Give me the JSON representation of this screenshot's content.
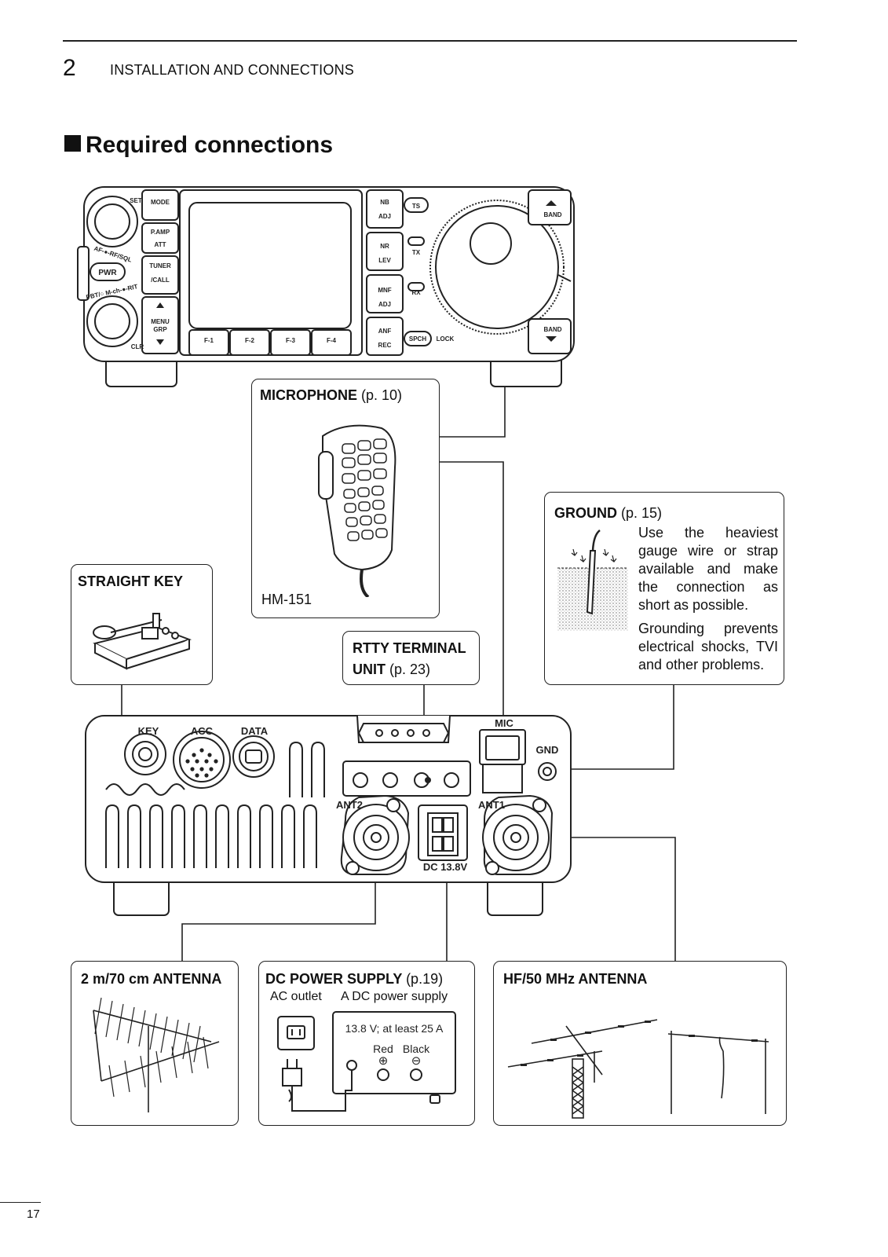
{
  "header": {
    "chapter_number": "2",
    "chapter_title": "INSTALLATION AND CONNECTIONS"
  },
  "section": {
    "title": "Required connections"
  },
  "front_panel": {
    "labels": {
      "set": "SET",
      "af_rf_sql": "AF-●-RF/SQL",
      "pwr": "PWR",
      "pbt_mch_rit": "PBT/○ M-ch-●-RIT",
      "clr": "CLR",
      "mode": "MODE",
      "pamp": "P.AMP",
      "att": "ATT",
      "tuner": "TUNER",
      "call": "/CALL",
      "menu": "MENU",
      "grp": "GRP",
      "f1": "F-1",
      "f2": "F-2",
      "f3": "F-3",
      "f4": "F-4",
      "nb": "NB",
      "adj1": "ADJ",
      "nr": "NR",
      "lev": "LEV",
      "mnf": "MNF",
      "adj2": "ADJ",
      "anf": "ANF",
      "rec": "REC",
      "ts": "TS",
      "tx": "TX",
      "rx": "RX",
      "spch": "SPCH",
      "lock": "LOCK",
      "band_up": "BAND",
      "band_down": "BAND"
    }
  },
  "rear_panel": {
    "labels": {
      "key": "KEY",
      "acc": "ACC",
      "data": "DATA",
      "mic": "MIC",
      "gnd": "GND",
      "ant2": "ANT2",
      "ant1": "ANT1",
      "dc": "DC 13.8V"
    }
  },
  "callouts": {
    "microphone": {
      "title": "MICROPHONE",
      "ref": "(p. 10)",
      "model": "HM-151"
    },
    "straight_key": {
      "title": "STRAIGHT KEY"
    },
    "rtty": {
      "title_line1": "RTTY TERMINAL",
      "title_line2": "UNIT",
      "ref": "(p. 23)"
    },
    "ground": {
      "title": "GROUND",
      "ref": "(p. 15)",
      "desc1": "Use the heaviest gauge wire or strap available and make the connection as short as possible.",
      "desc2": "Grounding prevents electrical shocks, TVI and other problems."
    },
    "antenna_2m": {
      "title": "2 m/70 cm ANTENNA"
    },
    "dc_power": {
      "title": "DC POWER SUPPLY",
      "ref": "(p.19)",
      "ac_outlet": "AC outlet",
      "supply": "A DC power supply",
      "spec": "13.8 V; at least 25 A",
      "red": "Red",
      "black": "Black"
    },
    "antenna_hf": {
      "title": "HF/50 MHz ANTENNA"
    }
  },
  "footer": {
    "page_number": "17"
  }
}
